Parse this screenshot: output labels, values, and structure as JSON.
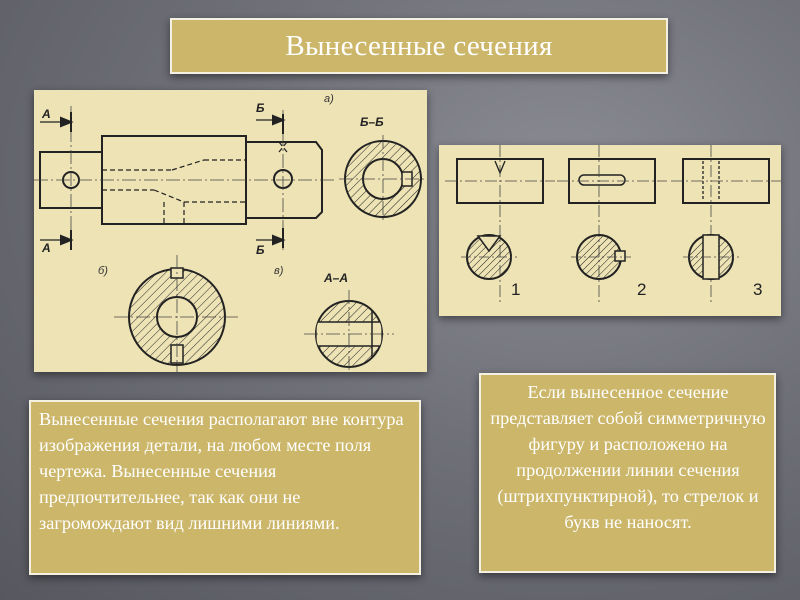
{
  "title": "Вынесенные сечения",
  "drawing_left": {
    "label_a_section": "а)",
    "label_b_section": "б)",
    "label_v_section": "в)",
    "marker_a": "А",
    "marker_b": "Б",
    "view_bb": "Б–Б",
    "view_aa": "А–А"
  },
  "drawing_right": {
    "fig1": "1",
    "fig2": "2",
    "fig3": "3"
  },
  "text_left": "Вынесенные сечения располагают вне контура изображения детали, на любом месте поля чертежа. Вынесенные сечения предпочтительнее, так как они не загромождают вид лишними линиями.",
  "text_right": "Если вынесенное сечение представляет собой симметричную фигуру и расположено на продолжении линии сечения (штрихпунктирной), то стрелок и букв не наносят.",
  "colors": {
    "background": "#6f7078",
    "accent_box": "#cbb66a",
    "drawing_paper": "#ede3b5",
    "text": "#ffffff"
  }
}
